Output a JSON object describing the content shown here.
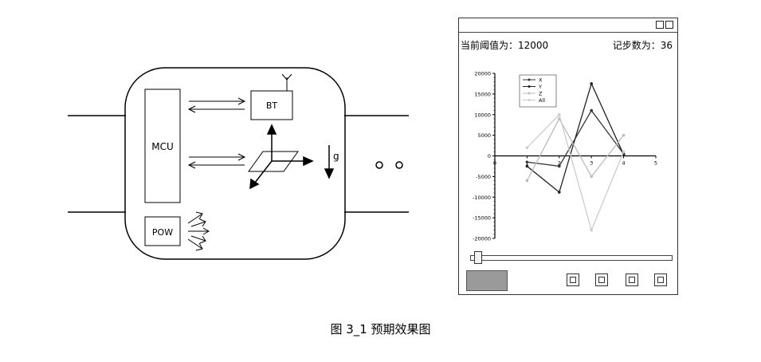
{
  "diagram": {
    "mcu_label": "MCU",
    "bt_label": "BT",
    "pow_label": "POW",
    "g_label": "g"
  },
  "app": {
    "threshold_label": "当前阈值为：12000",
    "steps_label": "记步数为：36",
    "slider_value_fraction": 0.02
  },
  "chart_data": {
    "type": "line",
    "x": [
      0,
      1,
      2,
      3,
      4
    ],
    "xlim": [
      0,
      5
    ],
    "ylim": [
      -20000,
      20000
    ],
    "xticks": [
      "0",
      "1",
      "2",
      "3",
      "4",
      "5"
    ],
    "yticks": [
      "20000",
      "15000",
      "10000",
      "5000",
      "0",
      "-5000",
      "-10000",
      "-15000",
      "-20000"
    ],
    "legend": "top-left",
    "series": [
      {
        "name": "X",
        "color": "#333333",
        "values": [
          null,
          -1500,
          -2500,
          11000,
          500
        ]
      },
      {
        "name": "Y",
        "color": "#222222",
        "values": [
          null,
          -2500,
          -8800,
          17500,
          300
        ]
      },
      {
        "name": "Z",
        "color": "#bbbbbb",
        "values": [
          null,
          -6000,
          9000,
          -5000,
          5000
        ]
      },
      {
        "name": "All",
        "color": "#cccccc",
        "values": [
          null,
          2000,
          10000,
          -18000,
          1000
        ]
      }
    ]
  },
  "caption": "图 3_1 预期效果图"
}
